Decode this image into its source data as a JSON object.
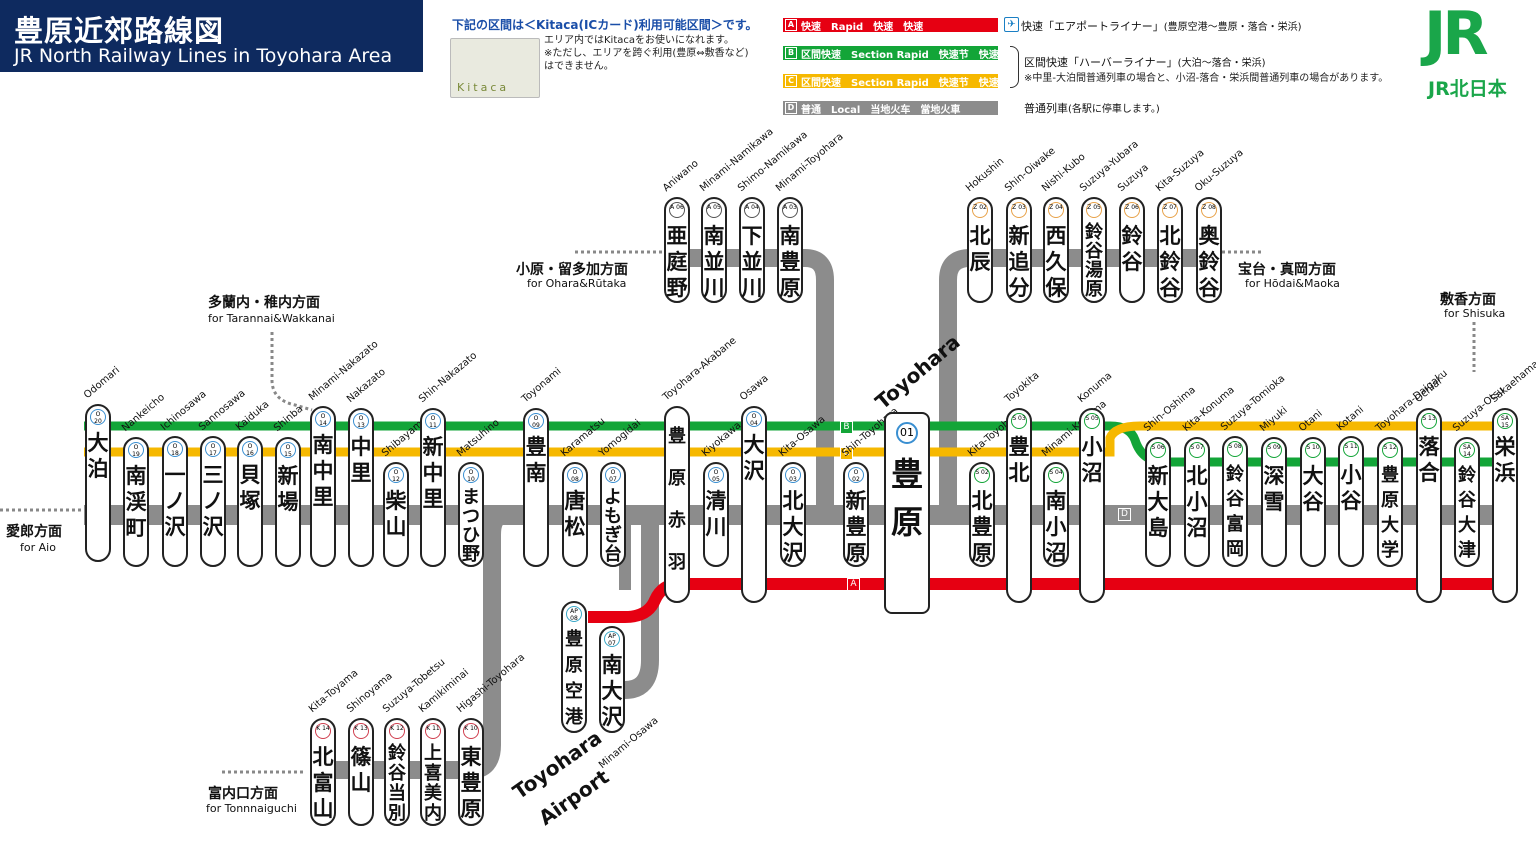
{
  "header": {
    "title_jp": "豊原近郊路線図",
    "title_en": "JR North Railway Lines in Toyohara Area"
  },
  "kitaca": {
    "title": "下記の区間は＜Kitaca(ICカード)利用可能区間＞です。",
    "note1": "エリア内ではKitacaをお使いになれます。",
    "note2": "※ただし、エリアを跨ぐ利用(豊原⇔敷香など)",
    "note3": "はできません。",
    "card_text": "Kitaca"
  },
  "legend": {
    "rapid": "快速　Rapid　快速　快速",
    "rapid_badge": "A",
    "section_rapid": "区間快速　Section Rapid　快速节　快速節",
    "section_rapid_badge": "B",
    "section_rapid2": "区間快速　Section Rapid　快速节　快速節",
    "section_rapid2_badge": "C",
    "local": "普通　Local　当地火车　當地火車",
    "local_badge": "D",
    "airport_liner": "快速「エアポートライナー」",
    "airport_liner_note": "(豊原空港～豊原・落合・栄浜)",
    "harbor_liner": "区間快速「ハーバーライナー」",
    "harbor_liner_note": "(大泊～落合・栄浜)",
    "harbor_note2": "※中里-大泊間普通列車の場合と、小沼-落合・栄浜間普通列車の場合があります。",
    "local_train": "普通列車",
    "local_train_note": "(各駅に停車します。)"
  },
  "brand": {
    "logo": "JR",
    "sub": "JR北日本"
  },
  "colors": {
    "green": "#13a538",
    "yellow": "#f6b800",
    "red": "#e60012",
    "gray": "#8c8c8c",
    "navy": "#0e2a5f"
  },
  "directions": {
    "aio": {
      "jp": "愛郎方面",
      "en": "for Aio"
    },
    "taran": {
      "jp": "多蘭内・稚内方面",
      "en": "for Tarannai&Wakkanai"
    },
    "ohara": {
      "jp": "小原・留多加方面",
      "en": "for Ohara&Rūtaka"
    },
    "hodai": {
      "jp": "宝台・真岡方面",
      "en": "for Hōdai&Maoka"
    },
    "shisuka": {
      "jp": "敷香方面",
      "en": "for Shisuka"
    },
    "tonnai": {
      "jp": "富内口方面",
      "en": "for Tonnnaiguchi"
    }
  },
  "line_badges": {
    "B": "B",
    "C": "C",
    "D": "D",
    "A": "A"
  },
  "stations_main": [
    {
      "code": "O 20",
      "jp": "大泊",
      "en": "Odomari"
    },
    {
      "code": "O 19",
      "jp": "南渓町",
      "en": "Nankeicho"
    },
    {
      "code": "O 18",
      "jp": "一ノ沢",
      "en": "Ichinosawa"
    },
    {
      "code": "O 17",
      "jp": "三ノ沢",
      "en": "Sannosawa"
    },
    {
      "code": "O 16",
      "jp": "貝塚",
      "en": "Kaiduka"
    },
    {
      "code": "O 15",
      "jp": "新場",
      "en": "Shinba"
    },
    {
      "code": "O 14",
      "jp": "南中里",
      "en": "Minami-Nakazato"
    },
    {
      "code": "O 13",
      "jp": "中里",
      "en": "Nakazato"
    },
    {
      "code": "O 12",
      "jp": "柴山",
      "en": "Shibayama"
    },
    {
      "code": "O 11",
      "jp": "新中里",
      "en": "Shin-Nakazato"
    },
    {
      "code": "O 10",
      "jp": "まつひ野",
      "en": "Matsuhino"
    },
    {
      "code": "O 09",
      "jp": "豊南",
      "en": "Toyonami"
    },
    {
      "code": "O 08",
      "jp": "唐松",
      "en": "Karamatsu"
    },
    {
      "code": "O 07",
      "jp": "よもぎ台",
      "en": "Yomogidai"
    },
    {
      "code": "",
      "jp": "豊原赤羽",
      "en": "Toyohara-Akabane"
    },
    {
      "code": "O 05",
      "jp": "清川",
      "en": "Kiyokawa"
    },
    {
      "code": "O 04",
      "jp": "大沢",
      "en": "Osawa"
    },
    {
      "code": "O 03",
      "jp": "北大沢",
      "en": "Kita-Osawa"
    },
    {
      "code": "O 02",
      "jp": "新豊原",
      "en": "Shin-Toyohara"
    },
    {
      "code": "01",
      "jp": "豊原",
      "en": "Toyohara"
    },
    {
      "code": "S 02",
      "jp": "北豊原",
      "en": "Kita-Toyohara"
    },
    {
      "code": "S 03",
      "jp": "豊北",
      "en": "Toyokita"
    },
    {
      "code": "S 04",
      "jp": "南小沼",
      "en": "Minami-Konuma"
    },
    {
      "code": "S 05",
      "jp": "小沼",
      "en": "Konuma"
    },
    {
      "code": "S 06",
      "jp": "新大島",
      "en": "Shin-Oshima"
    },
    {
      "code": "S 07",
      "jp": "北小沼",
      "en": "Kita-Konuma"
    },
    {
      "code": "S 08",
      "jp": "鈴谷富岡",
      "en": "Suzuya-Tomioka"
    },
    {
      "code": "S 09",
      "jp": "深雪",
      "en": "Miyuki"
    },
    {
      "code": "S 10",
      "jp": "大谷",
      "en": "Otani"
    },
    {
      "code": "S 11",
      "jp": "小谷",
      "en": "Kotani"
    },
    {
      "code": "S 12",
      "jp": "豊原大学",
      "en": "Toyohara-Daigaku"
    },
    {
      "code": "S 13",
      "jp": "落合",
      "en": "Ochiai"
    },
    {
      "code": "SA 14",
      "jp": "鈴谷大津",
      "en": "Suzuya-Otsu"
    },
    {
      "code": "SA 15",
      "jp": "栄浜",
      "en": "Sakaehama"
    }
  ],
  "stations_a": [
    {
      "code": "A 06",
      "jp": "亜庭野",
      "en": "Aniwano"
    },
    {
      "code": "A 05",
      "jp": "南並川",
      "en": "Minami-Namikawa"
    },
    {
      "code": "A 04",
      "jp": "下並川",
      "en": "Shimo-Namikawa"
    },
    {
      "code": "A 03",
      "jp": "南豊原",
      "en": "Minami-Toyohara"
    }
  ],
  "stations_z": [
    {
      "code": "Z 02",
      "jp": "北辰",
      "en": "Hokushin"
    },
    {
      "code": "Z 03",
      "jp": "新追分",
      "en": "Shin-Oiwake"
    },
    {
      "code": "Z 04",
      "jp": "西久保",
      "en": "Nishi-Kubo"
    },
    {
      "code": "Z 05",
      "jp": "鈴谷湯原",
      "en": "Suzuya-Yubara"
    },
    {
      "code": "Z 06",
      "jp": "鈴谷",
      "en": "Suzuya"
    },
    {
      "code": "Z 07",
      "jp": "北鈴谷",
      "en": "Kita-Suzuya"
    },
    {
      "code": "Z 08",
      "jp": "奥鈴谷",
      "en": "Oku-Suzuya"
    }
  ],
  "stations_ap": [
    {
      "code": "AP 08",
      "jp": "豊原空港",
      "en": "Toyohara Airport"
    },
    {
      "code": "AP 07",
      "jp": "南大沢",
      "en": "Minami-Osawa"
    }
  ],
  "stations_k": [
    {
      "code": "K 14",
      "jp": "北富山",
      "en": "Kita-Toyama"
    },
    {
      "code": "K 13",
      "jp": "篠山",
      "en": "Shinoyama"
    },
    {
      "code": "K 12",
      "jp": "鈴谷当別",
      "en": "Suzuya-Tobetsu"
    },
    {
      "code": "K 11",
      "jp": "上喜美内",
      "en": "Kamikiminai"
    },
    {
      "code": "K 10",
      "jp": "東豊原",
      "en": "Higashi-Toyohara"
    }
  ]
}
